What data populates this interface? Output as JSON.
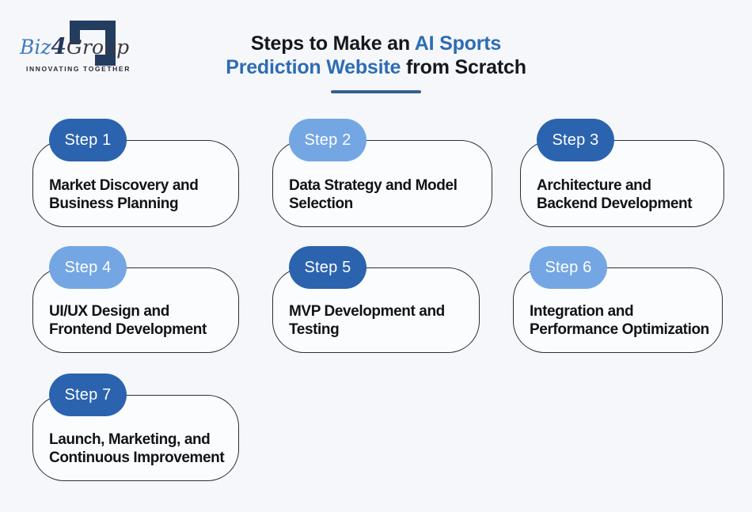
{
  "colors": {
    "page_background": "#f6f7fa",
    "card_background": "#fbfcfe",
    "card_border": "#2b2f36",
    "pill_dark": "#2b63ae",
    "pill_light": "#74a6e4",
    "pill_text": "#ffffff",
    "title_dark": "#14181f",
    "title_blue": "#2d6cb5",
    "underline": "#33618f",
    "logo_navy": "#233d5f",
    "logo_blue": "#3f7cc0",
    "logo_gray": "#3a3a40"
  },
  "logo": {
    "brand_biz": "Biz",
    "brand_4": "4",
    "brand_group": "Group",
    "tagline": "INNOVATING TOGETHER"
  },
  "title": {
    "line1_dark": "Steps to Make an ",
    "line1_blue": "AI Sports",
    "line2_blue": "Prediction Website",
    "line2_dark": " from Scratch"
  },
  "steps": [
    {
      "label": "Step 1",
      "variant": "dark",
      "lines": [
        "Market Discovery and",
        "Business Planning"
      ]
    },
    {
      "label": "Step 2",
      "variant": "light",
      "lines": [
        "Data Strategy and Model",
        "Selection"
      ]
    },
    {
      "label": "Step 3",
      "variant": "dark",
      "lines": [
        "Architecture and",
        "Backend Development"
      ]
    },
    {
      "label": "Step 4",
      "variant": "light",
      "lines": [
        "UI/UX Design and",
        "Frontend Development"
      ]
    },
    {
      "label": "Step 5",
      "variant": "dark",
      "lines": [
        "MVP Development and",
        "Testing"
      ]
    },
    {
      "label": "Step 6",
      "variant": "light",
      "lines": [
        "Integration and",
        "Performance Optimization"
      ]
    },
    {
      "label": "Step 7",
      "variant": "dark",
      "lines": [
        "Launch, Marketing, and",
        "Continuous Improvement"
      ]
    }
  ]
}
